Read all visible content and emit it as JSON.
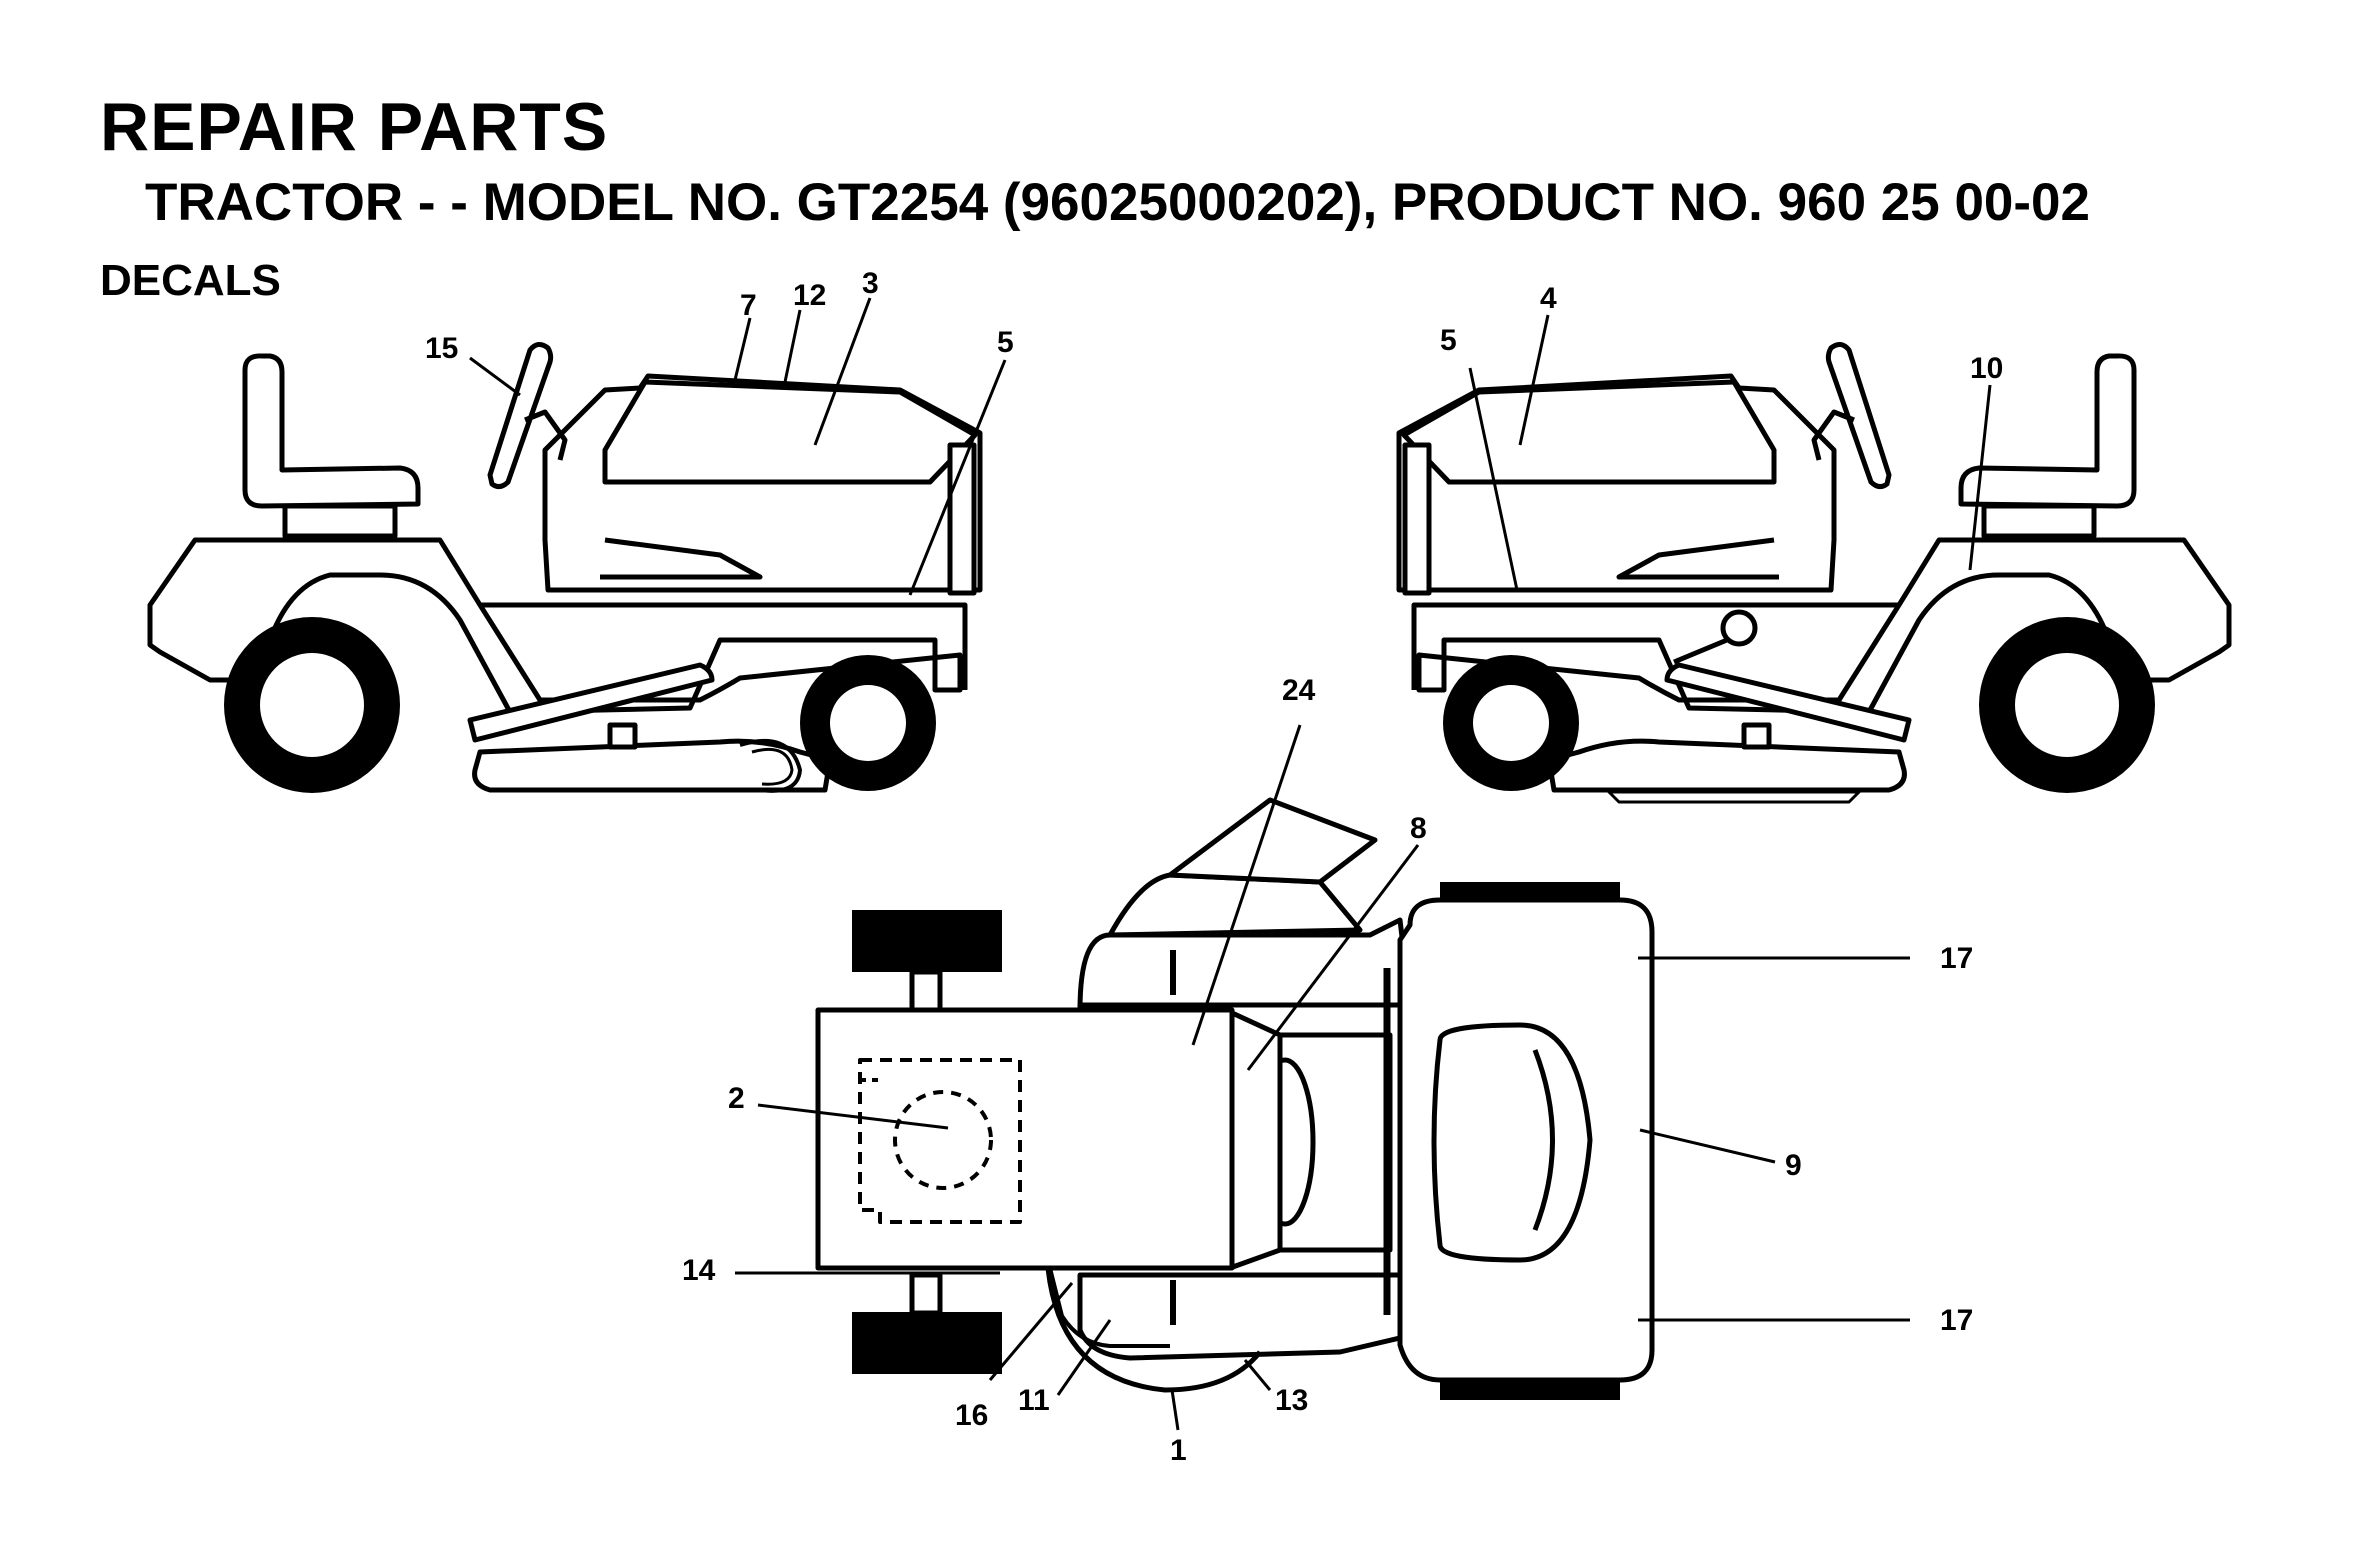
{
  "header": {
    "title": "REPAIR PARTS",
    "subtitle": "TRACTOR - - MODEL NO. GT2254 (96025000202), PRODUCT NO. 960 25 00-02",
    "section": "DECALS"
  },
  "callouts": {
    "c15": "15",
    "c7": "7",
    "c12": "12",
    "c3": "3",
    "c5L": "5",
    "c4": "4",
    "c5R": "5",
    "c10": "10",
    "c24": "24",
    "c8": "8",
    "c17a": "17",
    "c17b": "17",
    "c9": "9",
    "c2": "2",
    "c14": "14",
    "c16": "16",
    "c11": "11",
    "c1": "1",
    "c13": "13"
  }
}
